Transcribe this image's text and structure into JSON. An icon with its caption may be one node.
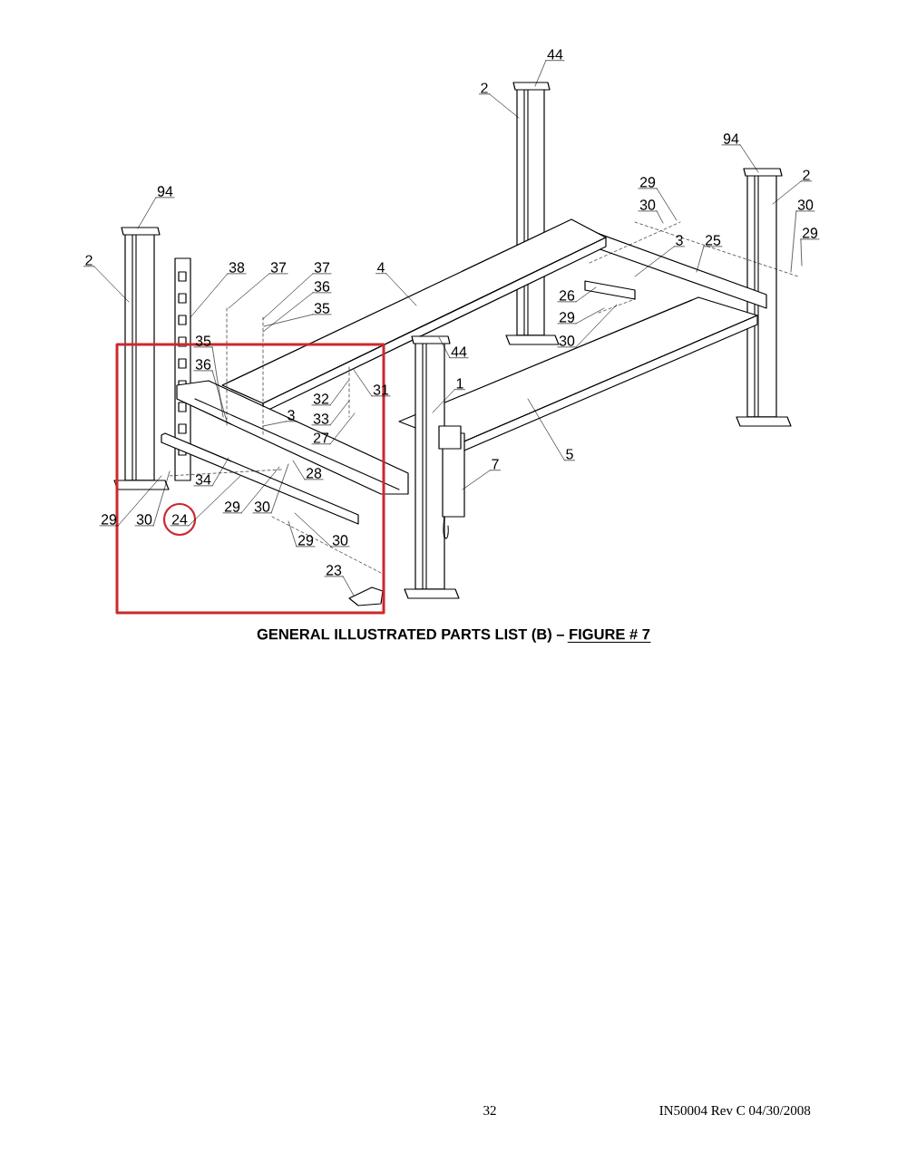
{
  "diagram": {
    "title": "GENERAL ILLUSTRATED PARTS LIST (B) – FIGURE # 7",
    "nodes": [
      {
        "text": [
          "44"
        ]
      },
      {
        "text": [
          "2"
        ]
      },
      {
        "text": [
          "94"
        ]
      },
      {
        "text": [
          "2"
        ]
      },
      {
        "text": [
          "29"
        ]
      },
      {
        "text": [
          "30"
        ]
      },
      {
        "text": [
          "30"
        ]
      },
      {
        "text": [
          "29"
        ]
      },
      {
        "text": [
          "94"
        ]
      },
      {
        "text": [
          "3"
        ]
      },
      {
        "text": [
          "25"
        ]
      },
      {
        "text": [
          "2"
        ]
      },
      {
        "text": [
          "38"
        ]
      },
      {
        "text": [
          "37"
        ]
      },
      {
        "text": [
          "37"
        ]
      },
      {
        "text": [
          "4"
        ]
      },
      {
        "text": [
          "36"
        ]
      },
      {
        "text": [
          "35"
        ]
      },
      {
        "text": [
          "26"
        ]
      },
      {
        "text": [
          "29"
        ]
      },
      {
        "text": [
          "30"
        ]
      },
      {
        "text": [
          "44"
        ]
      },
      {
        "text": [
          "35"
        ]
      },
      {
        "text": [
          "36"
        ]
      },
      {
        "text": [
          "31"
        ]
      },
      {
        "text": [
          "1"
        ]
      },
      {
        "text": [
          "32"
        ]
      },
      {
        "text": [
          "33"
        ]
      },
      {
        "text": [
          "3"
        ]
      },
      {
        "text": [
          "27"
        ]
      },
      {
        "text": [
          "5"
        ]
      },
      {
        "text": [
          "7"
        ]
      },
      {
        "text": [
          "34"
        ]
      },
      {
        "text": [
          "28"
        ]
      },
      {
        "text": [
          "29"
        ]
      },
      {
        "text": [
          "30"
        ]
      },
      {
        "text": [
          "29"
        ]
      },
      {
        "text": [
          "30"
        ]
      },
      {
        "text": [
          "24"
        ]
      },
      {
        "text": [
          "29"
        ]
      },
      {
        "text": [
          "30"
        ]
      },
      {
        "text": [
          "23"
        ]
      }
    ],
    "edges": [
      {
        "from": 0,
        "to": null,
        "arrow": "none"
      },
      {
        "from": 1,
        "to": null,
        "arrow": "none"
      },
      {
        "from": 2,
        "to": null,
        "arrow": "none"
      },
      {
        "from": 3,
        "to": null,
        "arrow": "none"
      },
      {
        "from": 4,
        "to": null,
        "arrow": "none"
      },
      {
        "from": 5,
        "to": null,
        "arrow": "none"
      },
      {
        "from": 6,
        "to": null,
        "arrow": "none"
      },
      {
        "from": 7,
        "to": null,
        "arrow": "none"
      },
      {
        "from": 8,
        "to": null,
        "arrow": "none"
      },
      {
        "from": 9,
        "to": null,
        "arrow": "none"
      },
      {
        "from": 10,
        "to": null,
        "arrow": "none"
      },
      {
        "from": 11,
        "to": null,
        "arrow": "none"
      },
      {
        "from": 12,
        "to": null,
        "arrow": "none"
      },
      {
        "from": 13,
        "to": null,
        "arrow": "none"
      },
      {
        "from": 14,
        "to": null,
        "arrow": "none"
      },
      {
        "from": 15,
        "to": null,
        "arrow": "none"
      },
      {
        "from": 16,
        "to": null,
        "arrow": "none"
      },
      {
        "from": 17,
        "to": null,
        "arrow": "none"
      },
      {
        "from": 18,
        "to": null,
        "arrow": "none"
      },
      {
        "from": 19,
        "to": null,
        "arrow": "none"
      },
      {
        "from": 20,
        "to": null,
        "arrow": "none"
      },
      {
        "from": 21,
        "to": null,
        "arrow": "none"
      },
      {
        "from": 22,
        "to": null,
        "arrow": "none"
      },
      {
        "from": 23,
        "to": null,
        "arrow": "none"
      },
      {
        "from": 24,
        "to": null,
        "arrow": "none"
      },
      {
        "from": 25,
        "to": null,
        "arrow": "none"
      },
      {
        "from": 26,
        "to": null,
        "arrow": "none"
      },
      {
        "from": 27,
        "to": null,
        "arrow": "none"
      },
      {
        "from": 28,
        "to": null,
        "arrow": "none"
      },
      {
        "from": 29,
        "to": null,
        "arrow": "none"
      },
      {
        "from": 30,
        "to": null,
        "arrow": "none"
      },
      {
        "from": 31,
        "to": null,
        "arrow": "none"
      },
      {
        "from": 32,
        "to": null,
        "arrow": "none"
      },
      {
        "from": 33,
        "to": null,
        "arrow": "none"
      },
      {
        "from": 34,
        "to": null,
        "arrow": "none"
      },
      {
        "from": 35,
        "to": null,
        "arrow": "none"
      },
      {
        "from": 36,
        "to": null,
        "arrow": "none"
      },
      {
        "from": 37,
        "to": null,
        "arrow": "none"
      },
      {
        "from": 38,
        "to": null,
        "arrow": "none"
      },
      {
        "from": 39,
        "to": null,
        "arrow": "none"
      },
      {
        "from": 40,
        "to": null,
        "arrow": "none"
      },
      {
        "from": 41,
        "to": null,
        "arrow": "none"
      }
    ],
    "labels": [
      "32",
      "IN50004 Rev C 04/30/2008"
    ]
  }
}
